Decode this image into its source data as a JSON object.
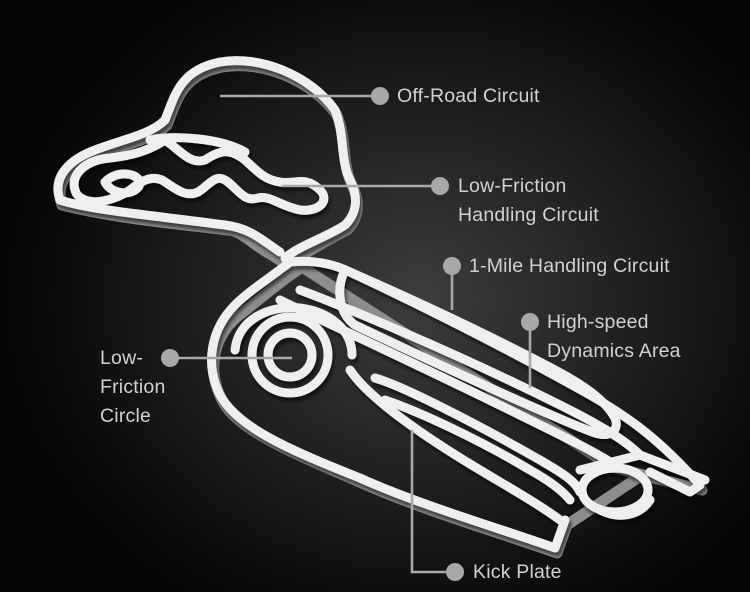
{
  "labels": {
    "off_road": "Off-Road Circuit",
    "low_friction_handling": {
      "line1": "Low-Friction",
      "line2": "Handling Circuit"
    },
    "one_mile": "1-Mile Handling Circuit",
    "high_speed": {
      "line1": "High-speed",
      "line2": "Dynamics Area"
    },
    "low_friction_circle": {
      "line1": "Low-",
      "line2": "Friction",
      "line3": "Circle"
    },
    "kick_plate": "Kick Plate"
  },
  "colors": {
    "track": "#f0f0f0",
    "track_shadow": "#8a8a8a",
    "leader": "#a8a8a8",
    "text": "#d2d2d2"
  }
}
